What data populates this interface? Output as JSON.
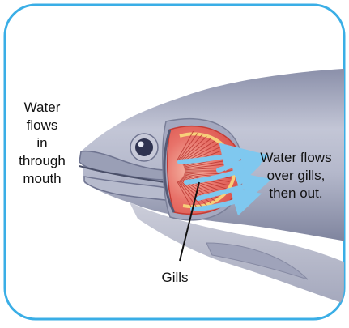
{
  "labels": {
    "water_in": "Water\nflows\nin\nthrough\nmouth",
    "water_out": "Water flows\nover gills,\nthen out.",
    "gills": "Gills"
  },
  "colors": {
    "frame_border": "#3aaee6",
    "frame_fill": "#ffffff",
    "fish_body": "#a9aec4",
    "gill_red": "#e0504a",
    "gill_pink": "#f2a79a",
    "arrow_blue": "#8ccdf0"
  }
}
